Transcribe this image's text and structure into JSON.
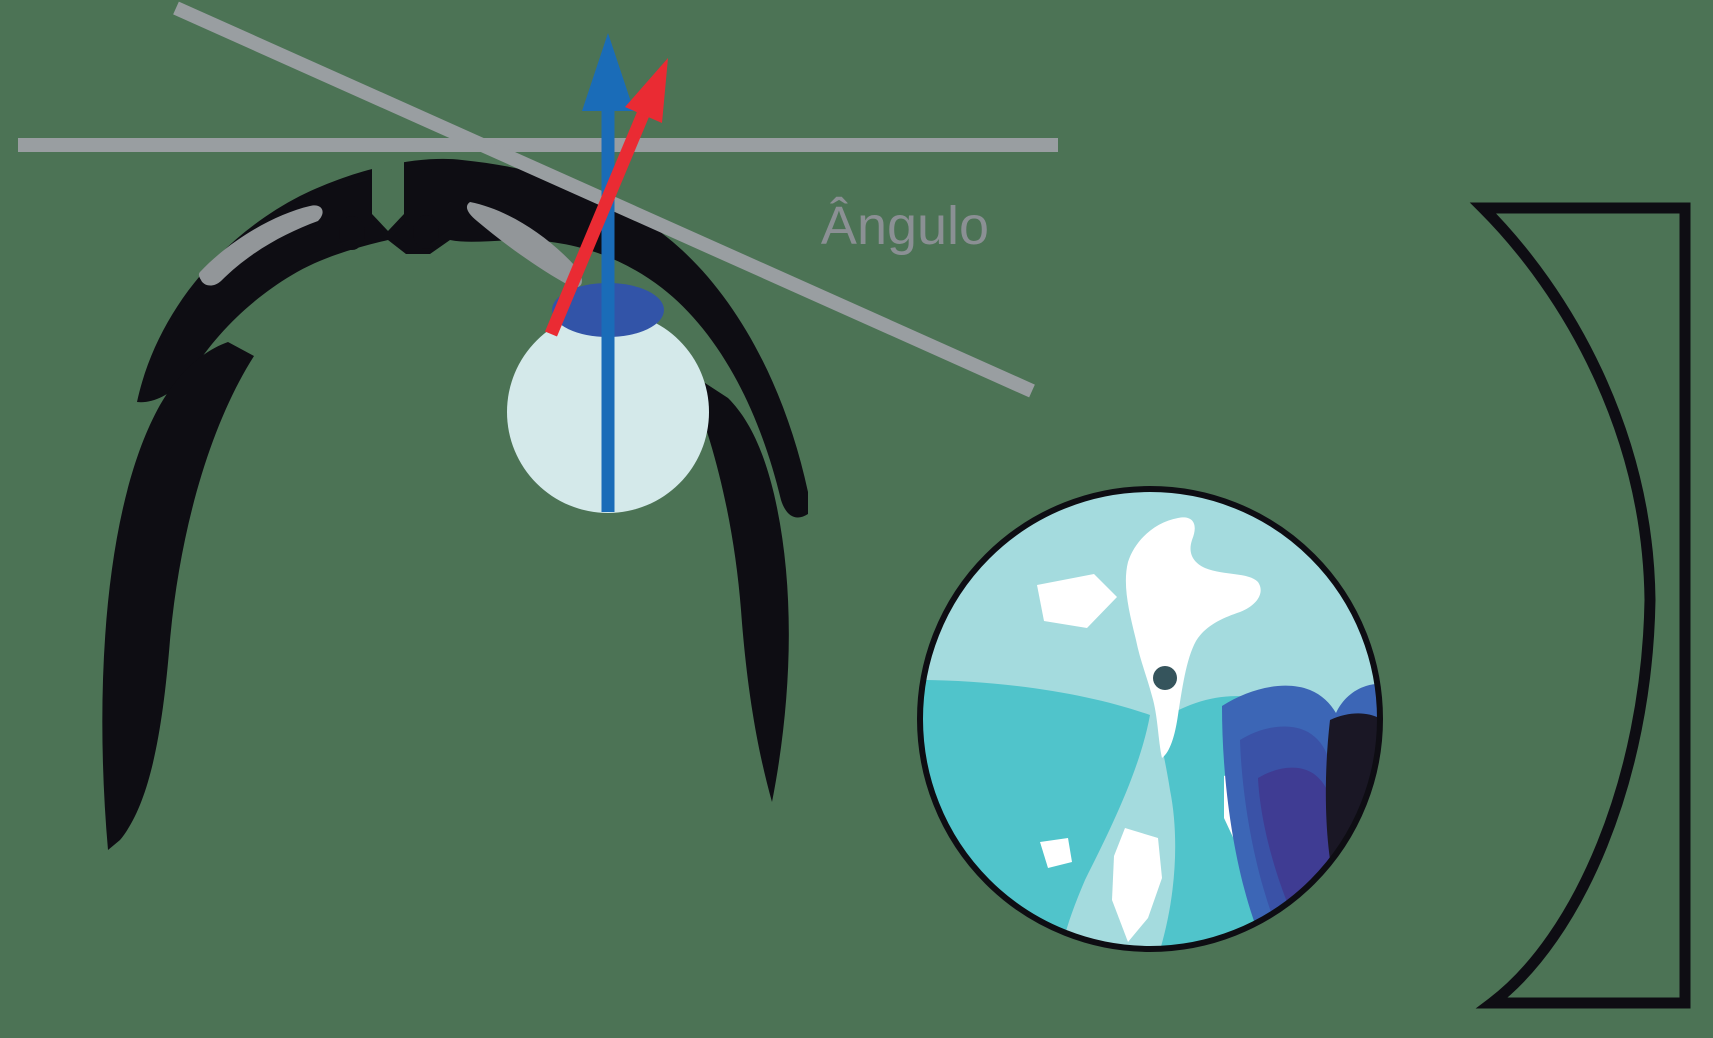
{
  "diagram": {
    "angle_label": "Ângulo",
    "angle_label_font_size": 54,
    "parts": {
      "head": "top-view-head-silhouette",
      "glasses": "wraparound-sunglasses-frame",
      "eye": "eyeball-top-view",
      "blue_arrow": "straight-ahead-gaze-arrow",
      "red_arrow": "tilted-lens-normal-arrow",
      "horizontal_line": "horizontal-reference-line",
      "diagonal_line": "frame-wrap-plane-line",
      "inset": "lens-power-contour-map",
      "lens_profile": "curved-lens-cross-section"
    }
  },
  "colors": {
    "background": "#4c7355",
    "ink": "#0e0d13",
    "gray_line": "#999ea1",
    "gray_text": "#8b9094",
    "slit_gray": "#929699",
    "eye_sclera": "#d4e9ea",
    "eye_cornea": "#3254a8",
    "arrow_blue": "#1a6cb8",
    "arrow_red": "#ea2b33",
    "map_light": "#a4dbde",
    "map_medium": "#50c4cb",
    "map_white": "#ffffff",
    "map_blue": "#3c66b6",
    "map_blue_dark": "#3a52a7",
    "map_purple": "#3f3c93",
    "map_ink_dark": "#1a1725",
    "map_dot": "#35545c",
    "lens_outline": "#0e0d13"
  }
}
